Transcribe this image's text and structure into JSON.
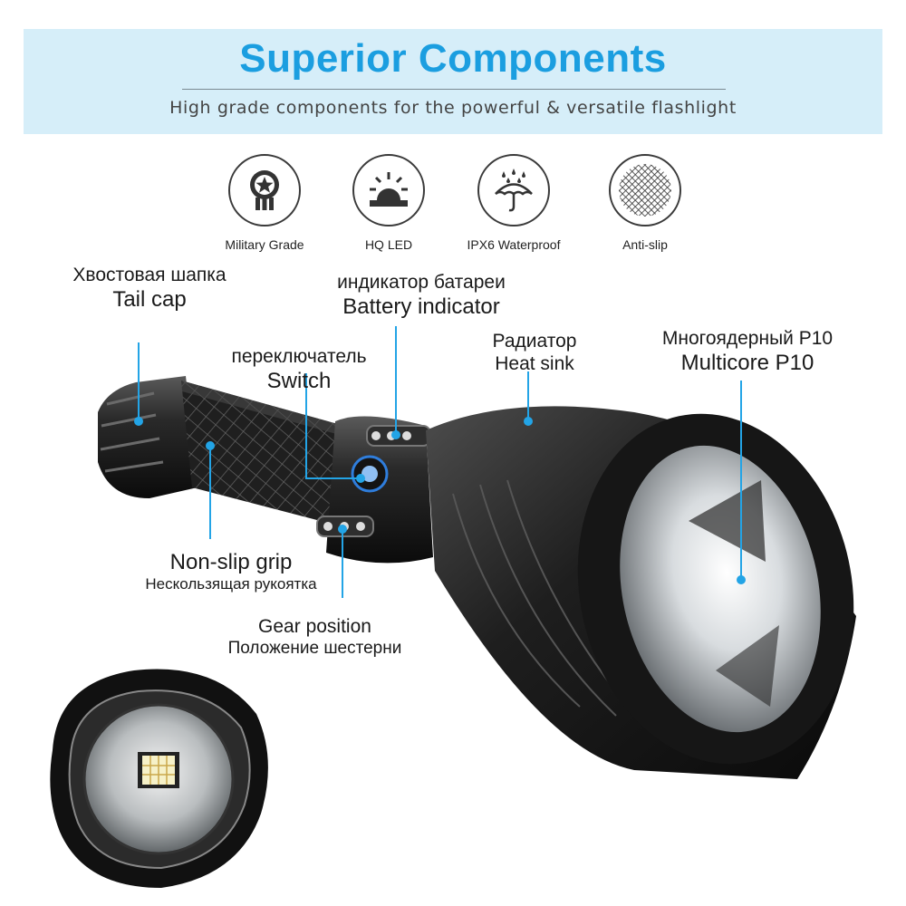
{
  "header": {
    "title": "Superior Components",
    "subtitle": "High grade components for the powerful & versatile flashlight"
  },
  "features": [
    {
      "label": "Military Grade",
      "icon": "military-medal-icon"
    },
    {
      "label": "HQ LED",
      "icon": "led-sunrise-icon"
    },
    {
      "label": "IPX6 Waterproof",
      "icon": "umbrella-rain-icon"
    },
    {
      "label": "Anti-slip",
      "icon": "knurled-texture-icon"
    }
  ],
  "callouts": {
    "tail_cap": {
      "ru": "Хвостовая шапка",
      "en": "Tail cap"
    },
    "battery": {
      "ru": "индикатор батареи",
      "en": "Battery indicator"
    },
    "switch": {
      "ru": "переключатель",
      "en": "Switch"
    },
    "heat_sink": {
      "ru": "Радиатор",
      "en": "Heat sink"
    },
    "multicore": {
      "ru": "Многоядерный P10",
      "en": "Multicore P10"
    },
    "grip": {
      "en": "Non-slip grip",
      "ru": "Нескользящая рукоятка"
    },
    "gear": {
      "en": "Gear position",
      "ru": "Положение шестерни"
    }
  },
  "colors": {
    "accent": "#1b9ee0",
    "banner": "#d6eef9",
    "callout_line": "#23a4e6",
    "body": "#1c1c1c"
  }
}
